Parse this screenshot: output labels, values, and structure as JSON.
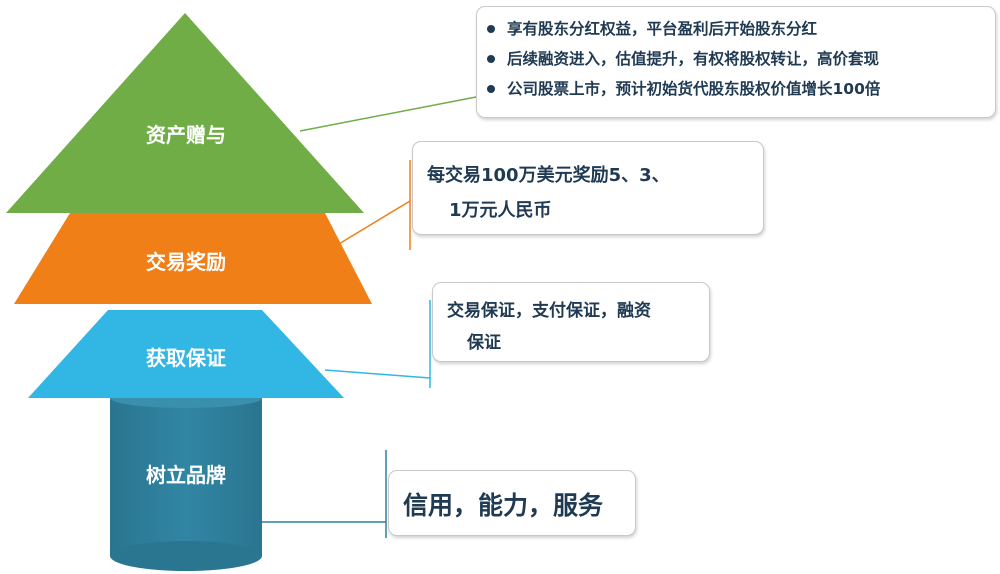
{
  "levels": [
    {
      "label": "资产赠与",
      "color": "#70ad47"
    },
    {
      "label": "交易奖励",
      "color": "#f07f17"
    },
    {
      "label": "获取保证",
      "color": "#32b6e4"
    },
    {
      "label": "树立品牌",
      "color": "#2f7f9c"
    }
  ],
  "callouts": {
    "asset_gift": {
      "items": [
        "享有股东分红权益，平台盈利后开始股东分红",
        "后续融资进入，估值提升，有权将股权转让，高价套现",
        "公司股票上市，预计初始货代股东股权价值增长100倍"
      ]
    },
    "trade_reward": {
      "line1": "每交易100万美元奖励5、3、",
      "line2": "1万元人民币"
    },
    "guarantee": {
      "line1": "交易保证，支付保证，融资",
      "line2": "保证"
    },
    "brand": {
      "text": "信用，能力，服务"
    }
  }
}
